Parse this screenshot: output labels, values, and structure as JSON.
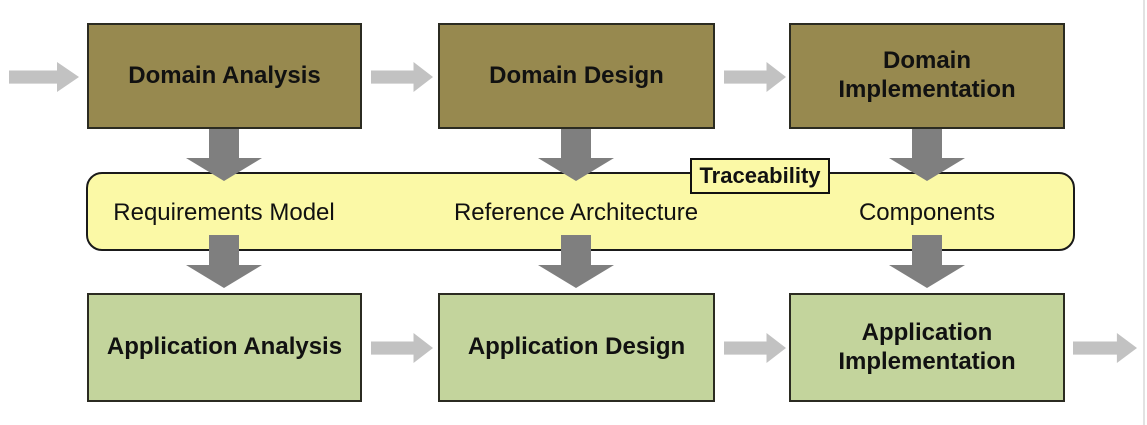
{
  "diagram": {
    "domain_row": [
      {
        "label": "Domain Analysis"
      },
      {
        "label": "Domain Design"
      },
      {
        "label": "Domain Implementation"
      }
    ],
    "artifact_band": {
      "items": [
        {
          "label": "Requirements Model"
        },
        {
          "label": "Reference Architecture"
        },
        {
          "label": "Components"
        }
      ],
      "tag_label": "Traceability"
    },
    "application_row": [
      {
        "label": "Application Analysis"
      },
      {
        "label": "Application Design"
      },
      {
        "label": "Application Implementation"
      }
    ],
    "colors": {
      "domain_box": "#97894F",
      "application_box": "#C3D49C",
      "band_fill": "#FBF9A6",
      "box_border": "#2B2B21",
      "down_arrow": "#7F7F7F",
      "right_arrow": "#C2C2C2",
      "text": "#111111",
      "page_edge": "#E2E2E2"
    }
  }
}
